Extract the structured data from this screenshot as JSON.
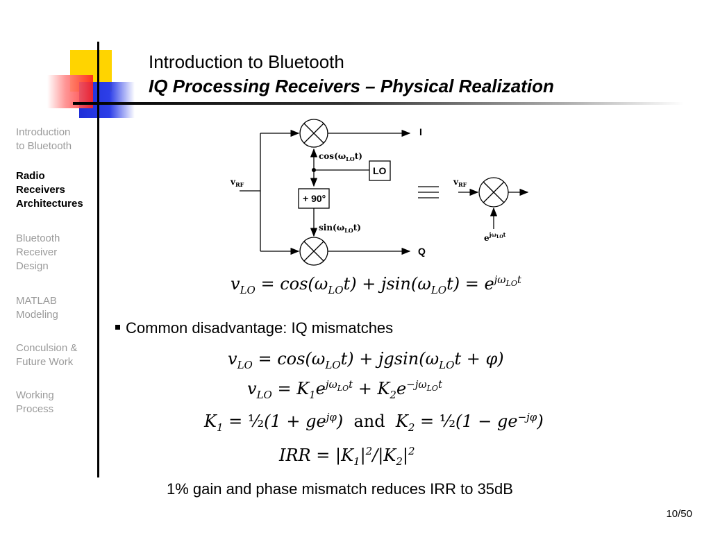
{
  "slide": {
    "title_line1": "Introduction to Bluetooth",
    "title_line2": "IQ Processing Receivers – Physical Realization",
    "page_number": "10/50"
  },
  "sidebar": {
    "items": [
      {
        "label_lines": [
          "Introduction",
          "to Bluetooth"
        ],
        "active": false
      },
      {
        "label_lines": [
          "Radio",
          "Receivers",
          "Architectures"
        ],
        "active": true
      },
      {
        "label_lines": [
          "Bluetooth",
          "Receiver",
          "Design"
        ],
        "active": false
      },
      {
        "label_lines": [
          "MATLAB",
          "Modeling"
        ],
        "active": false
      },
      {
        "label_lines": [
          "Conculsion &",
          "Future Work"
        ],
        "active": false
      },
      {
        "label_lines": [
          "Working",
          "Process"
        ],
        "active": false
      }
    ]
  },
  "diagram": {
    "output_i": "I",
    "output_q": "Q",
    "input_label": "v",
    "input_sub": "RF",
    "lo_label": "LO",
    "phase_label": "+ 90°",
    "cos_label": "cos(ω",
    "cos_sub": "LO",
    "cos_tail": "t)",
    "sin_label": "sin(ω",
    "sin_sub": "LO",
    "sin_tail": "t)",
    "equiv_input": "v",
    "equiv_input_sub": "RF",
    "equiv_lo": "e",
    "equiv_lo_sup": "jω",
    "equiv_lo_sup_sub": "LO",
    "equiv_lo_sup_tail": "t"
  },
  "content": {
    "bullet": "Common disadvantage: IQ mismatches",
    "caption": "1% gain and phase mismatch reduces IRR to 35dB"
  }
}
